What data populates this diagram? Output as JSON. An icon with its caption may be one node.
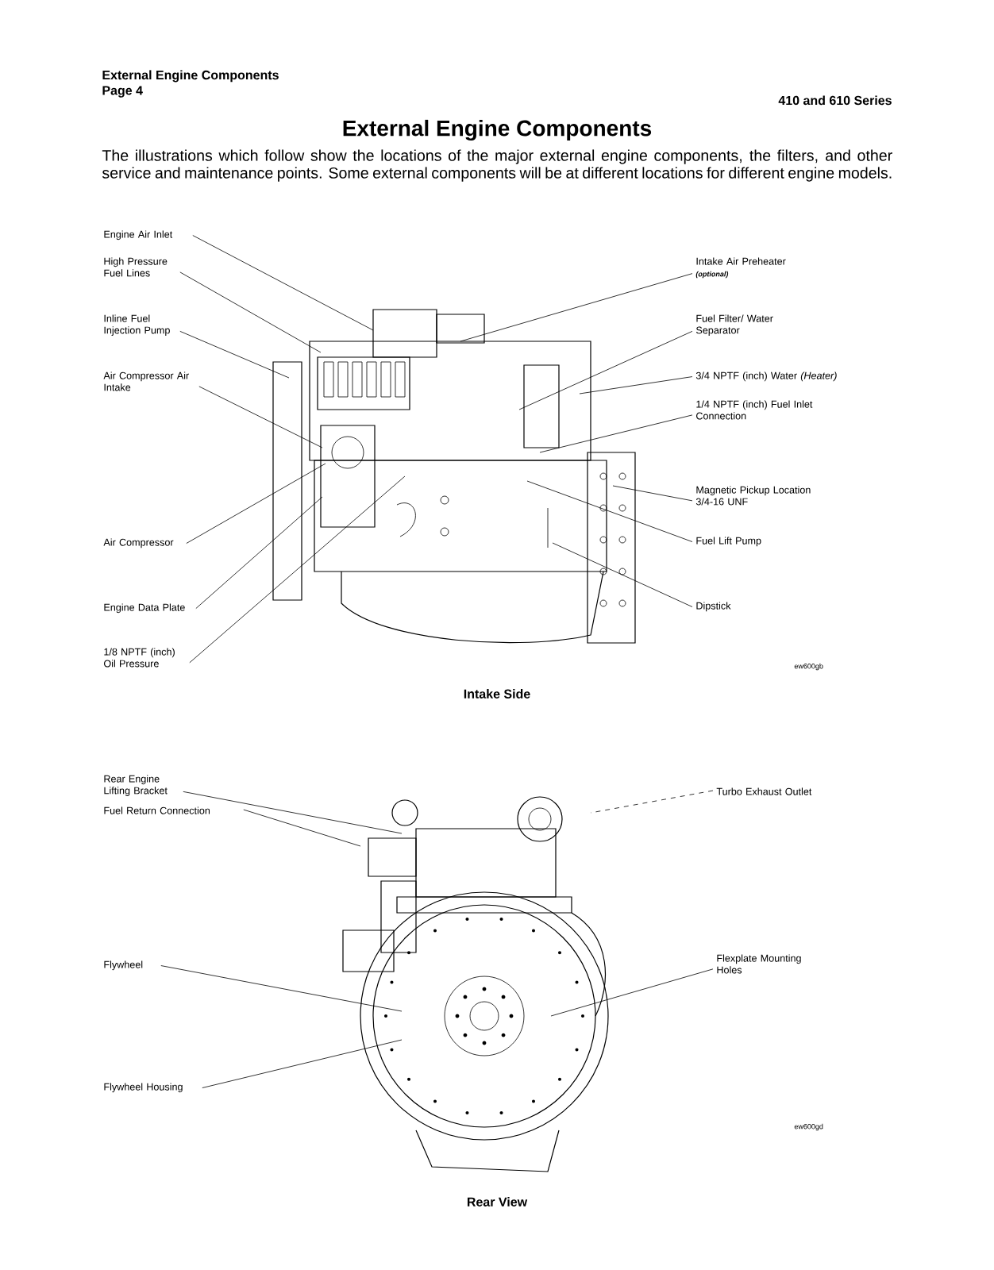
{
  "diagram": {
    "title": "External Engine Components",
    "nodes": [
      {
        "text": [
          "Engine Air Inlet"
        ]
      },
      {
        "text": [
          "High Pressure Fuel Lines"
        ]
      },
      {
        "text": [
          "Inline Fuel Injection Pump"
        ]
      },
      {
        "text": [
          "Air Compressor Air Intake"
        ]
      },
      {
        "text": [
          "Air Compressor"
        ]
      },
      {
        "text": [
          "Engine Data Plate"
        ]
      },
      {
        "text": [
          "1/8 NPTF (inch) Oil Pressure"
        ]
      },
      {
        "text": [
          "Intake Air Preheater",
          "(optional)"
        ]
      },
      {
        "text": [
          "Fuel Filter/ Water Separator"
        ]
      },
      {
        "text": [
          "3/4 NPTF (inch) Water *(Heater)*"
        ]
      },
      {
        "text": [
          "1/4 NPTF (inch) Fuel Inlet Connection"
        ]
      },
      {
        "text": [
          "Magnetic Pickup Location 3/4-16 UNF"
        ]
      },
      {
        "text": [
          "Fuel Lift Pump"
        ]
      },
      {
        "text": [
          "Dipstick"
        ]
      },
      {
        "text": [
          "Rear Engine Lifting Bracket"
        ]
      },
      {
        "text": [
          "Fuel Return Connection"
        ]
      },
      {
        "text": [
          "Flywheel"
        ]
      },
      {
        "text": [
          "Flywheel Housing"
        ]
      },
      {
        "text": [
          "Turbo Exhaust Outlet"
        ]
      },
      {
        "text": [
          "Flexplate Mounting Holes"
        ]
      }
    ],
    "edges": [
      {
        "from": 0,
        "to": null,
        "arrow": "none"
      },
      {
        "from": 1,
        "to": null,
        "arrow": "none"
      },
      {
        "from": 2,
        "to": null,
        "arrow": "none"
      },
      {
        "from": 3,
        "to": null,
        "arrow": "none"
      },
      {
        "from": 4,
        "to": null,
        "arrow": "none"
      },
      {
        "from": 5,
        "to": null,
        "arrow": "none"
      },
      {
        "from": 6,
        "to": null,
        "arrow": "none"
      },
      {
        "from": 7,
        "to": null,
        "arrow": "none"
      },
      {
        "from": 8,
        "to": null,
        "arrow": "none"
      },
      {
        "from": 9,
        "to": null,
        "arrow": "none"
      },
      {
        "from": 10,
        "to": null,
        "arrow": "none"
      },
      {
        "from": 11,
        "to": null,
        "arrow": "none"
      },
      {
        "from": 12,
        "to": null,
        "arrow": "none"
      },
      {
        "from": 13,
        "to": null,
        "arrow": "none"
      },
      {
        "from": 14,
        "to": null,
        "arrow": "none"
      },
      {
        "from": 15,
        "to": null,
        "arrow": "none"
      },
      {
        "from": 16,
        "to": null,
        "arrow": "none"
      },
      {
        "from": 17,
        "to": null,
        "arrow": "none"
      },
      {
        "from": 18,
        "to": null,
        "arrow": "none",
        "style": "dashed"
      },
      {
        "from": 19,
        "to": null,
        "arrow": "none"
      }
    ],
    "labels": [
      "External Engine Components",
      "Page 4",
      "410 and 610 Series",
      "The illustrations which follow show the locations of the major external engine components, the filters, and other service and maintenance points. Some external components will be at different locations for different engine models.",
      "ew600gb",
      "Intake Side",
      "ew600gd",
      "Rear View"
    ]
  }
}
